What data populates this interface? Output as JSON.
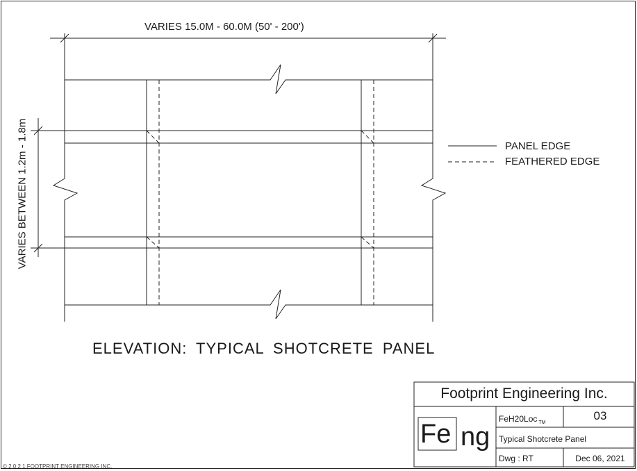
{
  "dimensions": {
    "width_label": "VARIES 15.0M - 60.0M (50' - 200')",
    "height_label": "VARIES BETWEEN 1.2m - 1.8m"
  },
  "legend": {
    "solid_label": "PANEL EDGE",
    "dashed_label": "FEATHERED EDGE"
  },
  "caption": "ELEVATION:  TYPICAL  SHOTCRETE  PANEL",
  "title_block": {
    "company": "Footprint Engineering Inc.",
    "logo_left": "Fe",
    "logo_right": "ng",
    "product": "FeH20Loc",
    "product_mark": "TM",
    "sheet_number": "03",
    "description": "Typical Shotcrete Panel",
    "drawn_by": "Dwg : RT",
    "date": "Dec 06, 2021"
  },
  "footer_text": "© 2 0 2 1 FOOTPRINT ENGINEERING INC."
}
